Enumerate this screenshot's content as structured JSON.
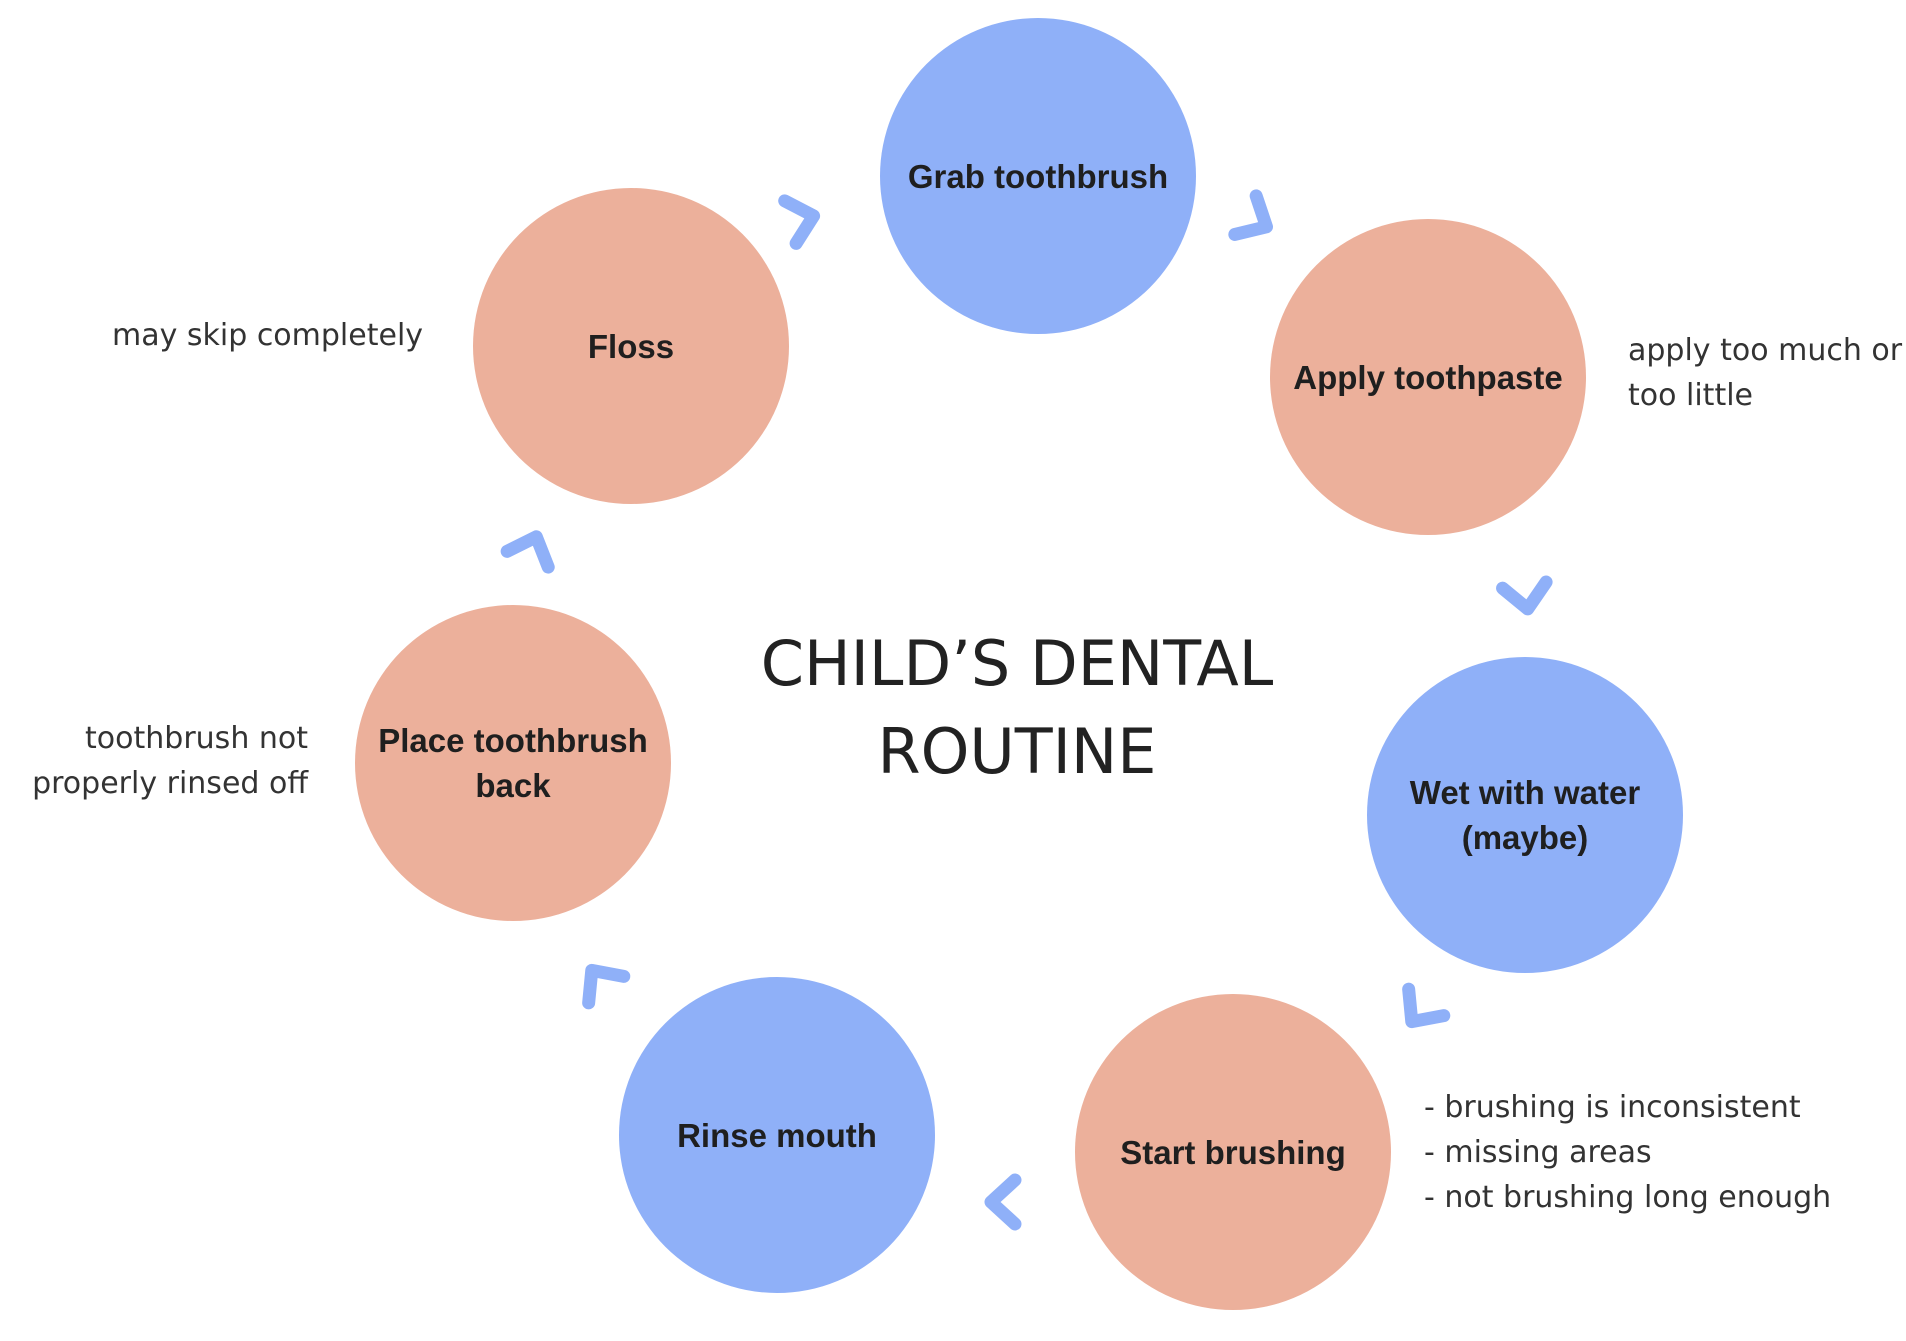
{
  "title": "CHILD’S DENTAL\nROUTINE",
  "colors": {
    "pink_node": "#ecb09b",
    "blue_node": "#8fb0f8",
    "arrow": "#8fb0f8"
  },
  "steps": [
    {
      "label": "Grab toothbrush",
      "color": "blue"
    },
    {
      "label": "Apply toothpaste",
      "color": "pink"
    },
    {
      "label": "Wet with water\n(maybe)",
      "color": "blue"
    },
    {
      "label": "Start brushing",
      "color": "pink"
    },
    {
      "label": "Rinse mouth",
      "color": "blue"
    },
    {
      "label": "Place toothbrush\nback",
      "color": "pink"
    },
    {
      "label": "Floss",
      "color": "pink"
    }
  ],
  "notes": {
    "apply_toothpaste": "apply too much or\ntoo little",
    "start_brushing": "- brushing is inconsistent\n- missing areas\n- not brushing long enough",
    "place_back": "toothbrush not\nproperly rinsed off",
    "floss": "may skip completely"
  },
  "connector_icon": "chevron-arrow-icon"
}
